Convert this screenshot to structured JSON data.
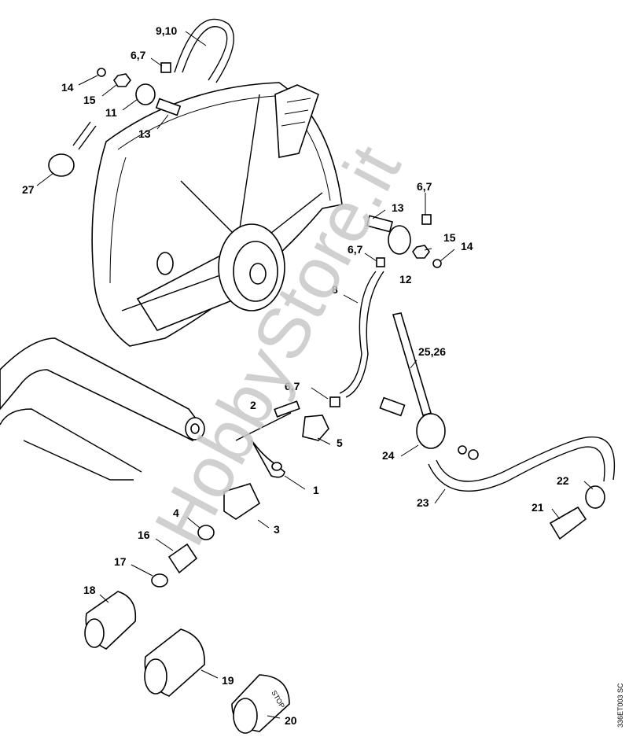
{
  "diagram": {
    "labels": {
      "l_9_10": "9,10",
      "l_6_7_a": "6,7",
      "l_14_a": "14",
      "l_15_a": "15",
      "l_11": "11",
      "l_13_a": "13",
      "l_27": "27",
      "l_6_7_b": "6,7",
      "l_13_b": "13",
      "l_15_b": "15",
      "l_14_b": "14",
      "l_6_7_c": "6,7",
      "l_12": "12",
      "l_8": "8",
      "l_25_26": "25,26",
      "l_6_7_d": "6,7",
      "l_2": "2",
      "l_5": "5",
      "l_24": "24",
      "l_1": "1",
      "l_22": "22",
      "l_21": "21",
      "l_23": "23",
      "l_4": "4",
      "l_3": "3",
      "l_16": "16",
      "l_17": "17",
      "l_18": "18",
      "l_19": "19",
      "l_20": "20"
    },
    "coupling_text": "STOP",
    "watermark": "HobbyStore.it",
    "drawing_code": "336ET003 SC"
  }
}
